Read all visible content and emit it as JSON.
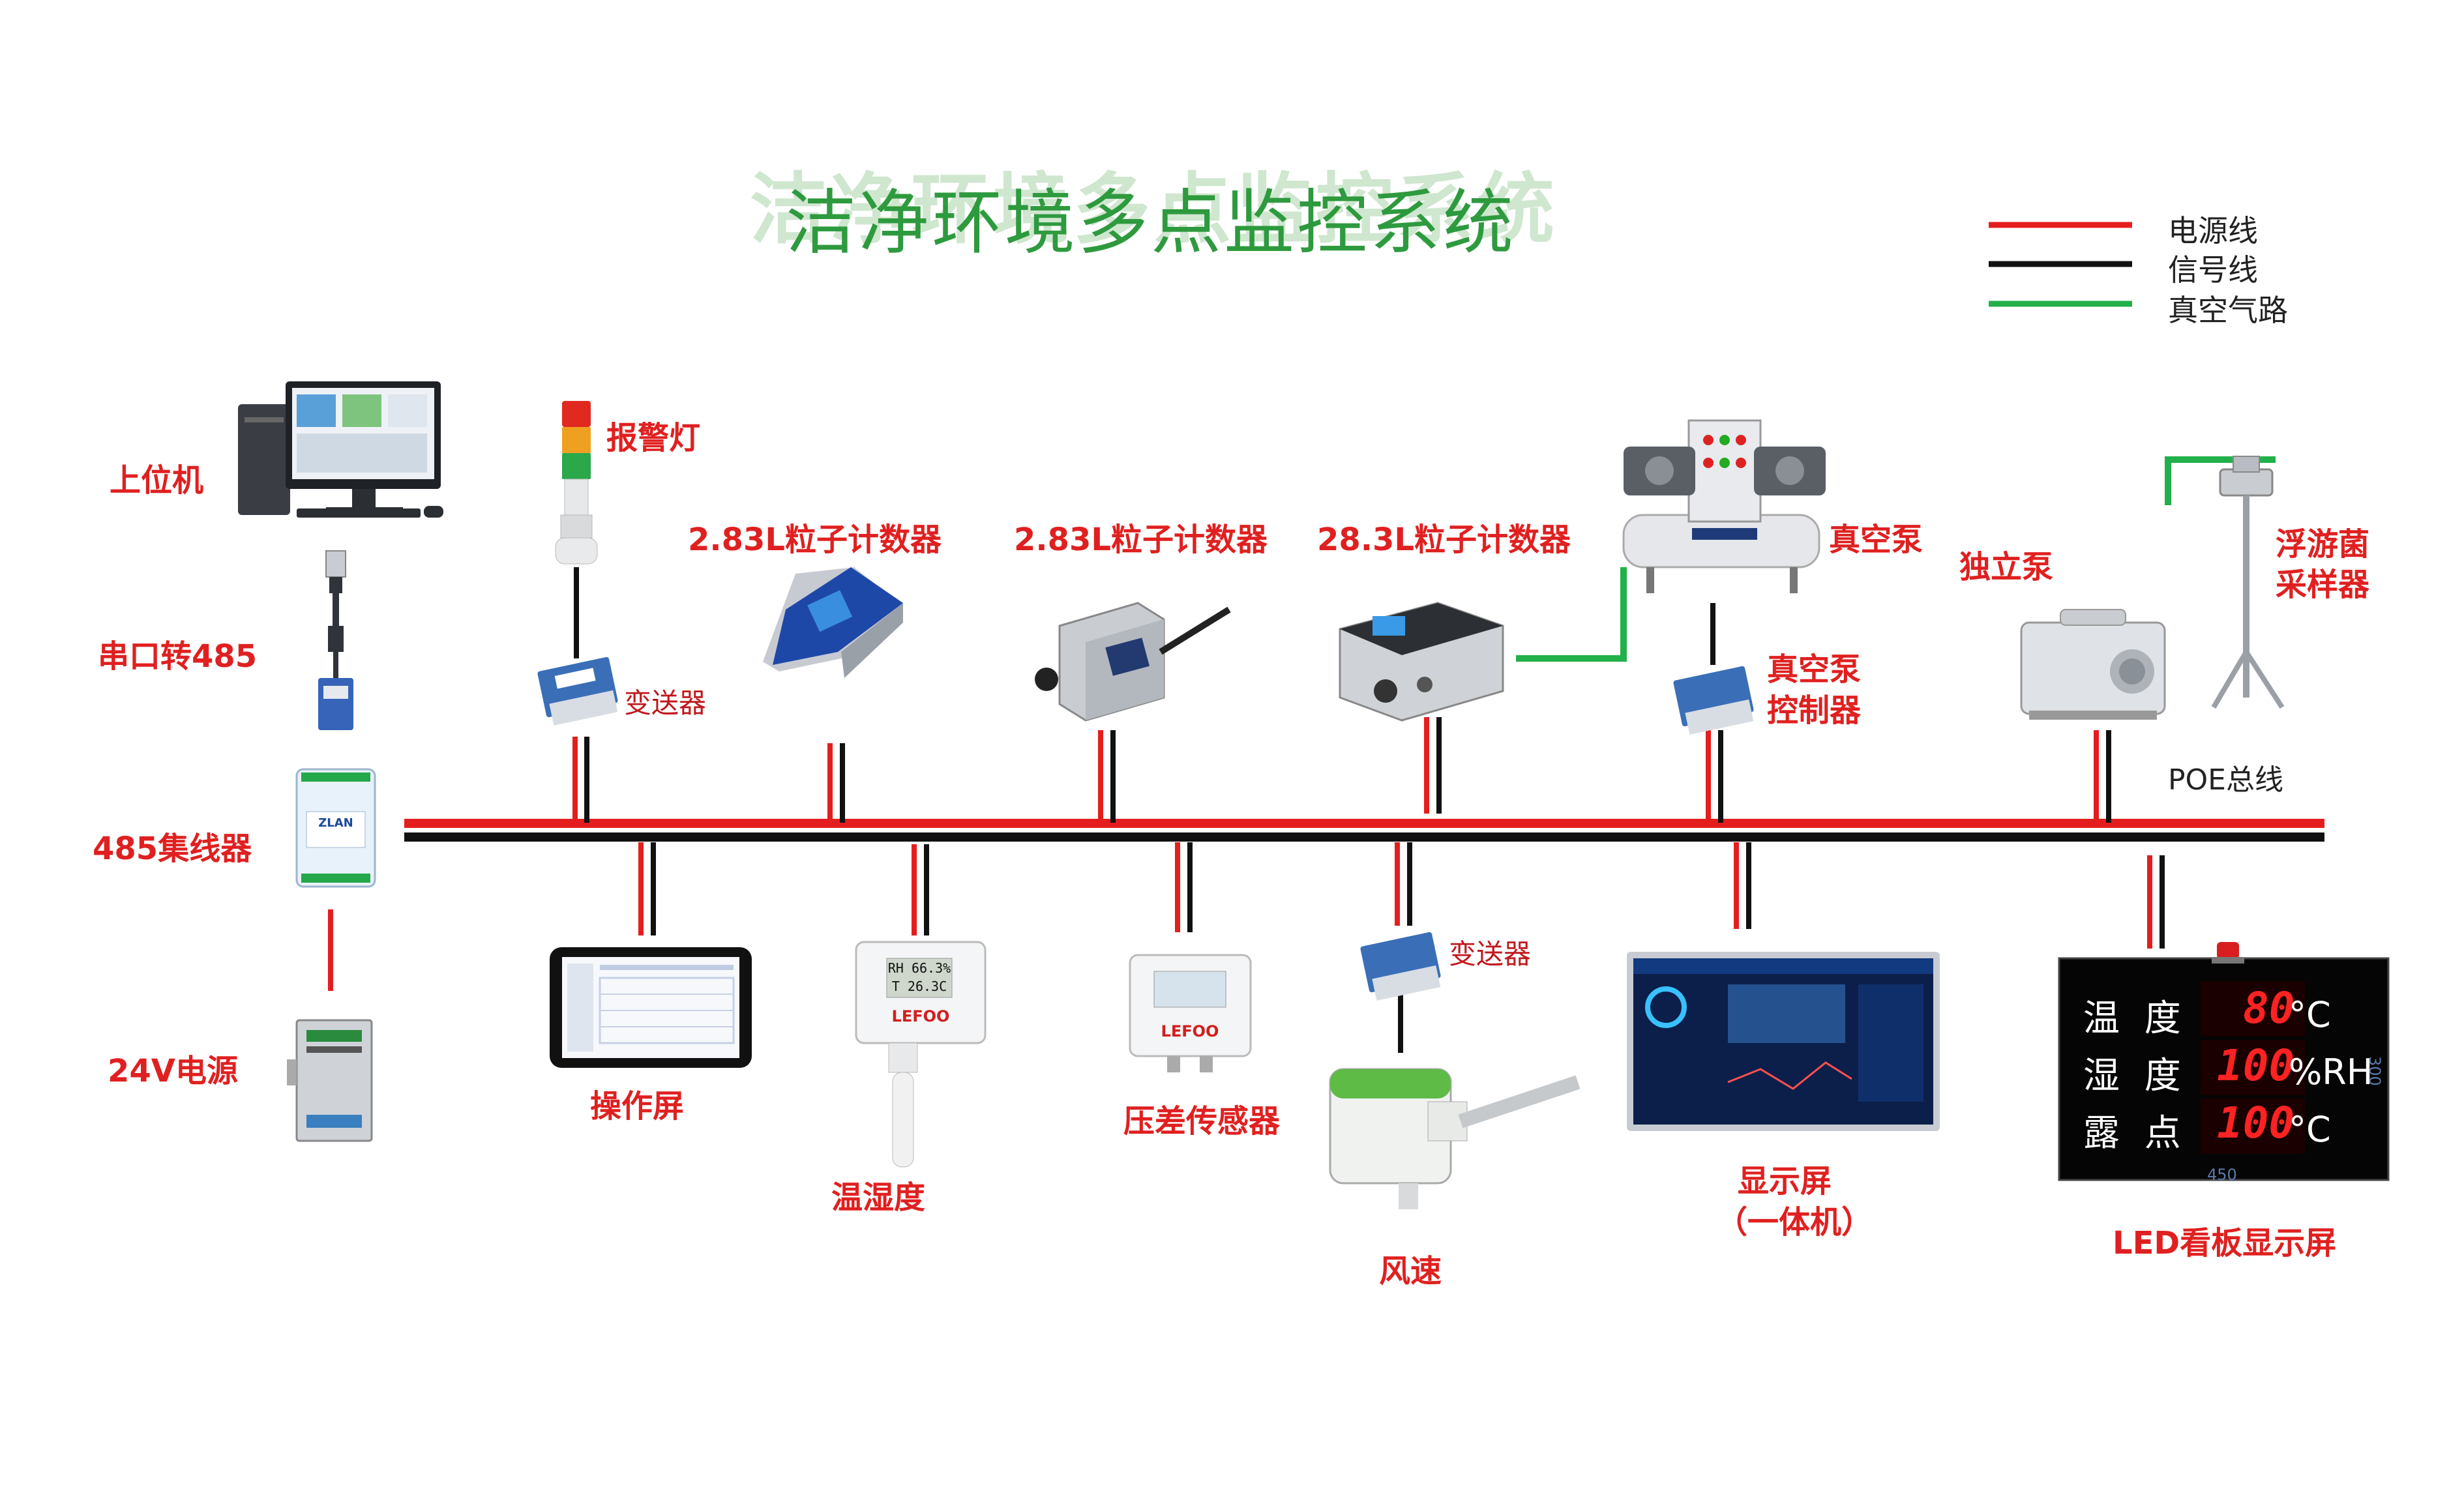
{
  "title": "洁净环境多点监控系统",
  "legend": [
    {
      "label": "电源线",
      "color": "#e41e1e"
    },
    {
      "label": "信号线",
      "color": "#111111"
    },
    {
      "label": "真空气路",
      "color": "#22b04a"
    }
  ],
  "labels": {
    "host": "上位机",
    "serial": "串口转485",
    "hub": "485集线器",
    "power": "24V电源",
    "alarm": "报警灯",
    "counter1": "2.83L粒子计数器",
    "counter2": "2.83L粒子计数器",
    "counter3": "28.3L粒子计数器",
    "vacuum_pump": "真空泵",
    "vacuum_ctrl_1": "真空泵",
    "vacuum_ctrl_2": "控制器",
    "standalone_pump": "独立泵",
    "sampler_1": "浮游菌",
    "sampler_2": "采样器",
    "poe": "POE总线",
    "transmitter_1": "变送器",
    "transmitter_2": "变送器",
    "op_screen": "操作屏",
    "temp_humidity": "温湿度",
    "pressure": "压差传感器",
    "wind": "风速",
    "display_1": "显示屏",
    "display_2": "（一体机）",
    "led_board": "LED看板显示屏"
  },
  "devices": {
    "sensor_brand": "LEFOO",
    "th_rh_reading": "RH 66.3%",
    "th_t_reading": "T 26.3C",
    "hub_brand": "ZLAN",
    "led_rows": [
      {
        "name": "温 度",
        "value": "80",
        "unit": "°C"
      },
      {
        "name": "湿 度",
        "value": "100",
        "unit": "%RH"
      },
      {
        "name": "露 点",
        "value": "100",
        "unit": "°C"
      }
    ],
    "led_dim_width": "450",
    "led_dim_height": "300"
  }
}
